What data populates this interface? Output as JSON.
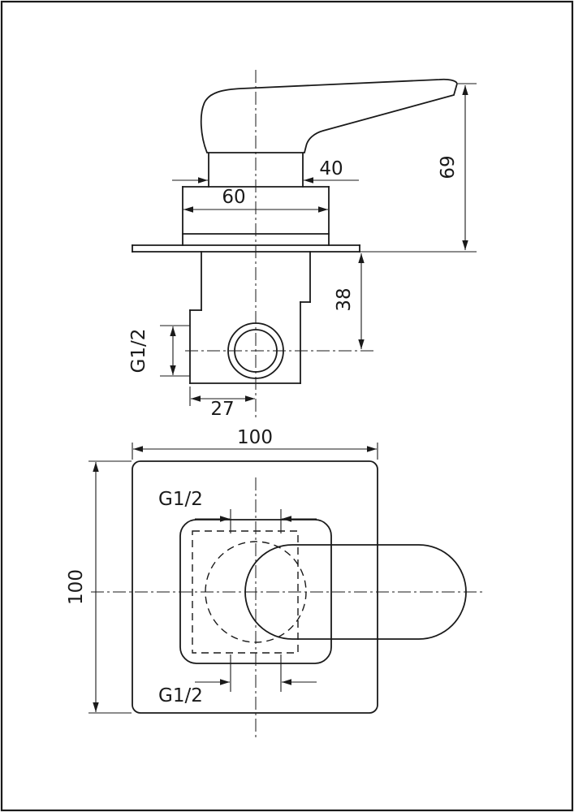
{
  "colors": {
    "line": "#1a1a1a",
    "background": "#ffffff"
  },
  "side_view": {
    "dim_handle_base_width": "40",
    "dim_body_width": "60",
    "dim_height_above_wall": "69",
    "dim_wall_to_axis": "38",
    "thread_inlet": "G1/2",
    "dim_face_to_axis": "27"
  },
  "front_view": {
    "dim_plate_width": "100",
    "dim_plate_height": "100",
    "thread_top": "G1/2",
    "thread_bottom": "G1/2"
  }
}
